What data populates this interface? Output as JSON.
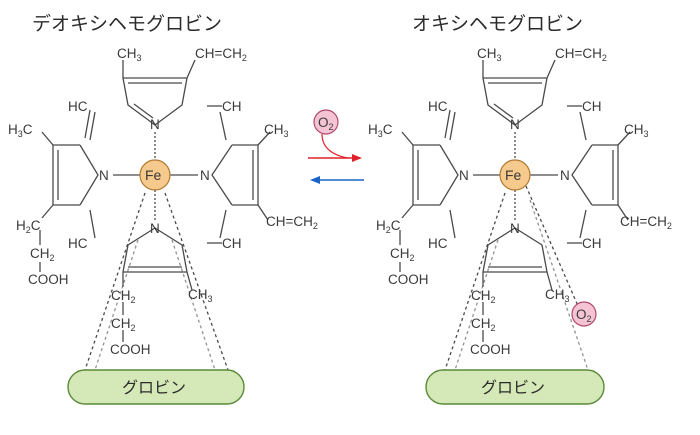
{
  "diagram": {
    "left": {
      "title": "デオキシヘモグロビン",
      "protein_label": "グロビン"
    },
    "right": {
      "title": "オキシヘモグロビン",
      "protein_label": "グロビン"
    },
    "labels": {
      "ch3": "CH",
      "ch3_sub": "3",
      "h3c": "H",
      "h3c_sub": "3",
      "vinyl": "CH=CH",
      "vinyl_sub": "2",
      "hc": "HC",
      "ch": "CH",
      "h2c": "H",
      "h2c_sub": "2",
      "ch2": "CH",
      "ch2_sub": "2",
      "cooh": "COOH",
      "n": "N",
      "fe": "Fe",
      "o2": "O",
      "o2_sub": "2"
    },
    "colors": {
      "fe_fill": "#f6c98c",
      "fe_stroke": "#b07a30",
      "o2_fill": "#f5c4d4",
      "o2_stroke": "#b04870",
      "globin_fill": "#d4e8b8",
      "globin_stroke": "#5a8a3a",
      "arrow_forward": "#e0202a",
      "arrow_back": "#1a64c8"
    }
  }
}
